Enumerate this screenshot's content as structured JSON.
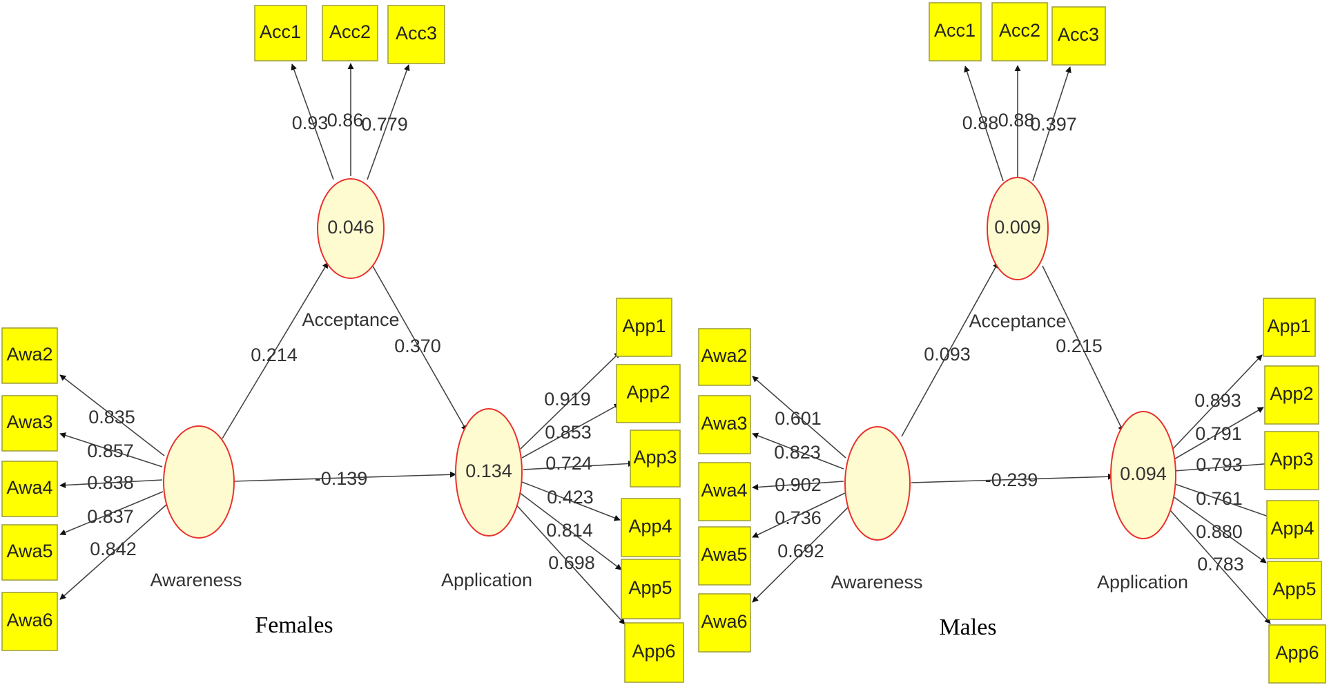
{
  "females": {
    "caption": "Females",
    "acceptance": {
      "name": "Acceptance",
      "value": "0.046"
    },
    "awareness": {
      "name": "Awareness",
      "value": ""
    },
    "application": {
      "name": "Application",
      "value": "0.134"
    },
    "paths": {
      "awa_acc": "0.214",
      "acc_app": "0.370",
      "awa_app": "-0.139"
    },
    "acc_items": [
      {
        "label": "Acc1",
        "loading": "0.93"
      },
      {
        "label": "Acc2",
        "loading": "0.86"
      },
      {
        "label": "Acc3",
        "loading": "0.779"
      }
    ],
    "awa_items": [
      {
        "label": "Awa2",
        "loading": "0.835"
      },
      {
        "label": "Awa3",
        "loading": "0.857"
      },
      {
        "label": "Awa4",
        "loading": "0.838"
      },
      {
        "label": "Awa5",
        "loading": "0.837"
      },
      {
        "label": "Awa6",
        "loading": "0.842"
      }
    ],
    "app_items": [
      {
        "label": "App1",
        "loading": "0.919"
      },
      {
        "label": "App2",
        "loading": "0.853"
      },
      {
        "label": "App3",
        "loading": "0.724"
      },
      {
        "label": "App4",
        "loading": "0.423"
      },
      {
        "label": "App5",
        "loading": "0.814"
      },
      {
        "label": "App6",
        "loading": "0.698"
      }
    ]
  },
  "males": {
    "caption": "Males",
    "acceptance": {
      "name": "Acceptance",
      "value": "0.009"
    },
    "awareness": {
      "name": "Awareness",
      "value": ""
    },
    "application": {
      "name": "Application",
      "value": "0.094"
    },
    "paths": {
      "awa_acc": "0.093",
      "acc_app": "0.215",
      "awa_app": "-0.239"
    },
    "acc_items": [
      {
        "label": "Acc1",
        "loading": "0.88"
      },
      {
        "label": "Acc2",
        "loading": "0.88"
      },
      {
        "label": "Acc3",
        "loading": "0.397"
      }
    ],
    "awa_items": [
      {
        "label": "Awa2",
        "loading": "0.601"
      },
      {
        "label": "Awa3",
        "loading": "0.823"
      },
      {
        "label": "Awa4",
        "loading": "0.902"
      },
      {
        "label": "Awa5",
        "loading": "0.736"
      },
      {
        "label": "Awa6",
        "loading": "0.692"
      }
    ],
    "app_items": [
      {
        "label": "App1",
        "loading": "0.893"
      },
      {
        "label": "App2",
        "loading": "0.791"
      },
      {
        "label": "App3",
        "loading": "0.793"
      },
      {
        "label": "App4",
        "loading": "0.761"
      },
      {
        "label": "App5",
        "loading": "0.880"
      },
      {
        "label": "App6",
        "loading": "0.783"
      }
    ]
  }
}
